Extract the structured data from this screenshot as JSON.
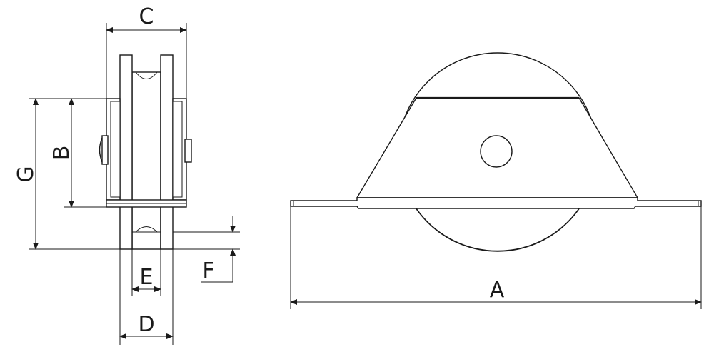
{
  "dimension_labels": {
    "a": "A",
    "b": "B",
    "c": "C",
    "d": "D",
    "e": "E",
    "f": "F",
    "g": "G"
  },
  "colors": {
    "line": "#1a1a1a",
    "background": "#ffffff"
  }
}
